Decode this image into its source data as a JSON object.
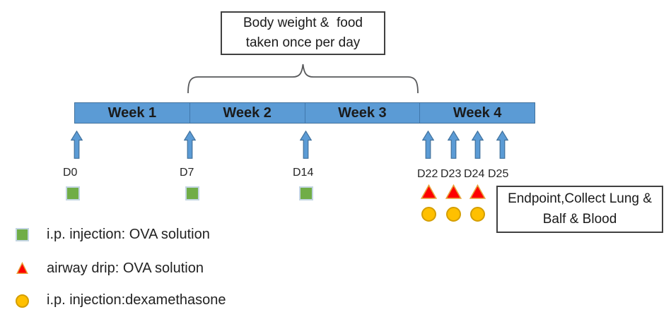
{
  "top_note": {
    "line1": "Body weight &  food",
    "line2": "taken once per day"
  },
  "timeline": {
    "weeks": [
      "Week 1",
      "Week 2",
      "Week 3",
      "Week 4"
    ]
  },
  "days": [
    "D0",
    "D7",
    "D14",
    "D22",
    "D23",
    "D24",
    "D25"
  ],
  "timeline_markers": {
    "green_squares_at": [
      "D0",
      "D7",
      "D14"
    ],
    "red_triangles_at": [
      "D22",
      "D23",
      "D24"
    ],
    "yellow_circles_at": [
      "D22",
      "D23",
      "D24"
    ]
  },
  "endpoint_note": {
    "line1": "Endpoint,Collect Lung &",
    "line2": "Balf & Blood"
  },
  "legend": {
    "items": [
      {
        "marker": "green-square",
        "label": "i.p. injection: OVA solution"
      },
      {
        "marker": "red-triangle",
        "label": "airway drip: OVA solution"
      },
      {
        "marker": "yellow-circle",
        "label": "i.p. injection:dexamethasone"
      }
    ]
  },
  "colors": {
    "bar_fill": "#5B9BD5",
    "bar_border": "#41719C",
    "arrow_fill": "#5B9BD5",
    "arrow_border": "#41719C",
    "green_square": "#70AD47",
    "green_square_border": "#C3D5E2",
    "red_triangle": "#FE0000",
    "triangle_border": "#E7A33C",
    "yellow_circle": "#FFC000",
    "yellow_circle_border": "#D49E00",
    "note_box_border": "#404040",
    "text": "#1F1F1F"
  }
}
